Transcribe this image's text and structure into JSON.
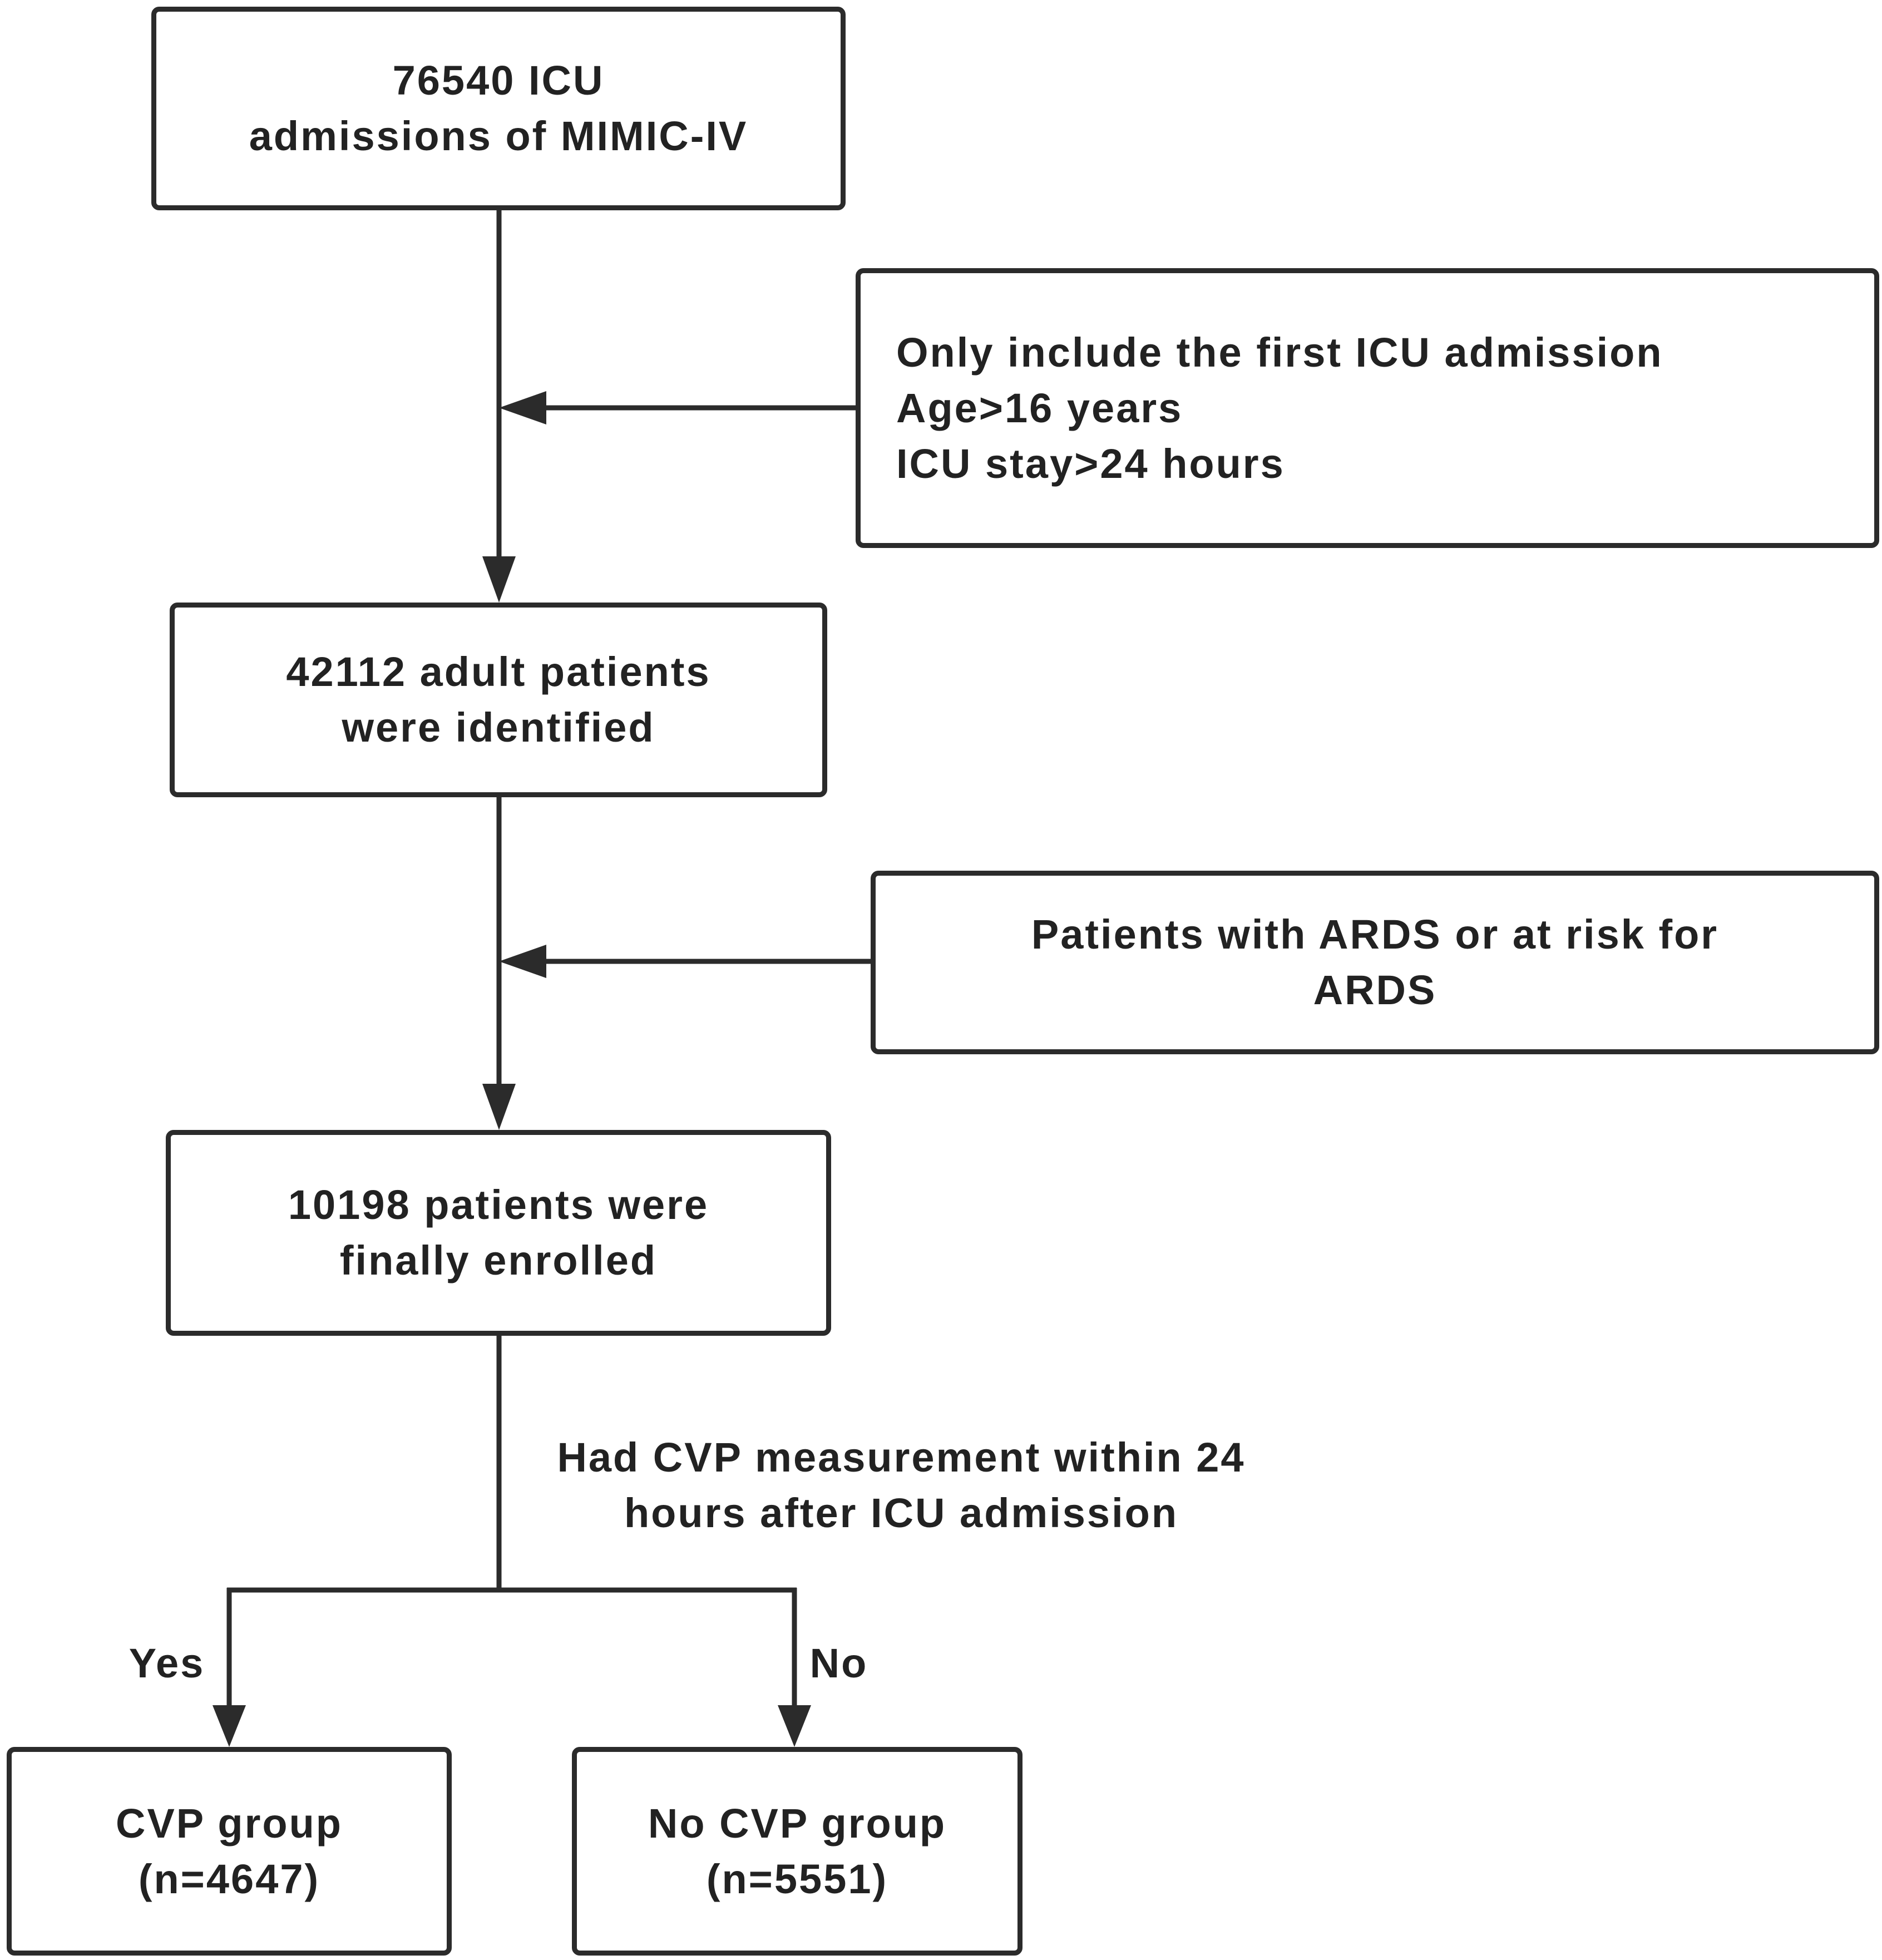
{
  "diagram": {
    "colors": {
      "stroke": "#2b2b2b",
      "text": "#222222",
      "background": "#ffffff"
    },
    "nodes": {
      "admissions": {
        "lines": [
          "76540 ICU",
          "admissions of MIMIC-IV"
        ]
      },
      "inclusion_criteria": {
        "lines": [
          "Only include the first ICU admission",
          "Age>16 years",
          "ICU stay>24 hours"
        ]
      },
      "adult_patients": {
        "lines": [
          "42112 adult patients",
          "were identified"
        ]
      },
      "ards_criteria": {
        "lines": [
          "Patients with ARDS or at risk for",
          "ARDS"
        ]
      },
      "enrolled": {
        "lines": [
          "10198 patients were",
          "finally enrolled"
        ]
      },
      "cvp_group": {
        "lines": [
          "CVP group",
          "(n=4647)"
        ]
      },
      "no_cvp_group": {
        "lines": [
          "No CVP group",
          "(n=5551)"
        ]
      }
    },
    "split_question": {
      "lines": [
        "Had CVP measurement within 24",
        "hours after ICU admission"
      ]
    },
    "branch_labels": {
      "yes": "Yes",
      "no": "No"
    }
  }
}
